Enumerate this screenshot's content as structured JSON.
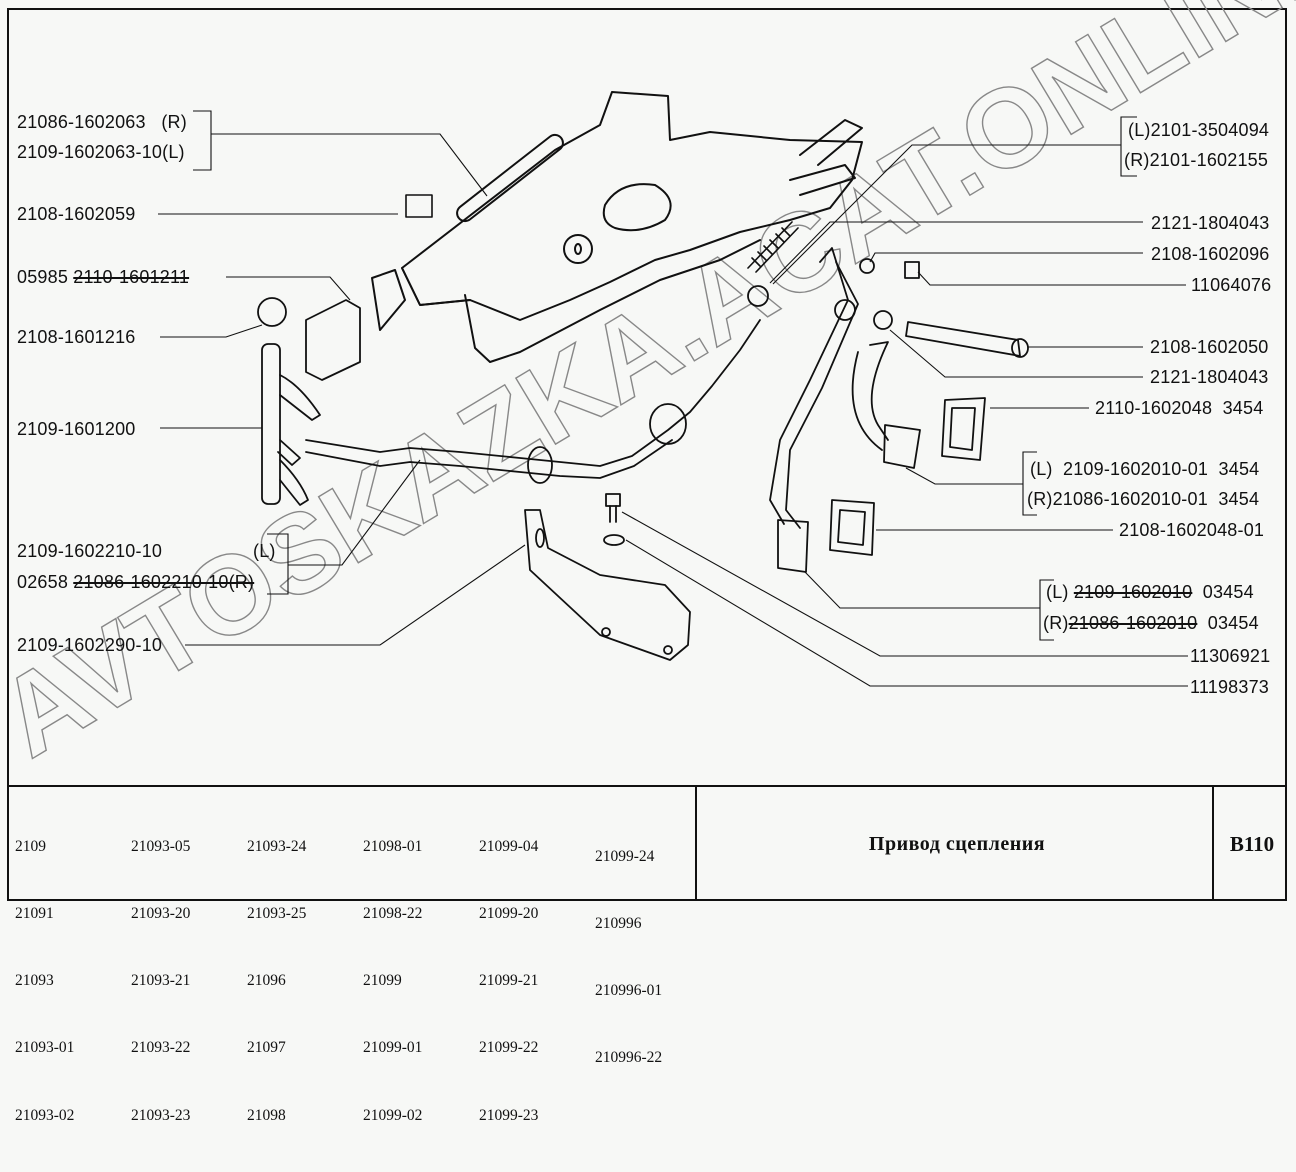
{
  "diagram": {
    "title": "Привод сцепления",
    "sheet_code": "B110",
    "watermark": "AVTOSKAZKA.ACAT.ONLINE",
    "left_labels": [
      {
        "id": "l1",
        "text": "21086-1602063   (R)"
      },
      {
        "id": "l2",
        "text": "2109-1602063-10(L)"
      },
      {
        "id": "l3",
        "text": "2108-1602059"
      },
      {
        "id": "l4a",
        "text": "05985 "
      },
      {
        "id": "l4b",
        "text": "2110-1601211",
        "struck": true
      },
      {
        "id": "l5",
        "text": "2108-1601216"
      },
      {
        "id": "l6",
        "text": "2109-1601200"
      },
      {
        "id": "l7a",
        "text": "2109-1602210-10"
      },
      {
        "id": "l7b",
        "text": "(L)"
      },
      {
        "id": "l8a",
        "text": "02658 "
      },
      {
        "id": "l8b",
        "text": "21086-1602210-10(R)",
        "struck": true
      },
      {
        "id": "l9",
        "text": "2109-1602290-10"
      }
    ],
    "right_labels": [
      {
        "id": "r1",
        "text": "(L)2101-3504094"
      },
      {
        "id": "r2",
        "text": "(R)2101-1602155"
      },
      {
        "id": "r3",
        "text": "2121-1804043"
      },
      {
        "id": "r4",
        "text": "2108-1602096"
      },
      {
        "id": "r5",
        "text": "11064076"
      },
      {
        "id": "r6",
        "text": "2108-1602050"
      },
      {
        "id": "r7",
        "text": "2121-1804043"
      },
      {
        "id": "r8",
        "text": "2110-1602048  3454"
      },
      {
        "id": "r9",
        "text": "(L)  2109-1602010-01  3454"
      },
      {
        "id": "r10",
        "text": "(R)21086-1602010-01  3454"
      },
      {
        "id": "r11",
        "text": "2108-1602048-01"
      },
      {
        "id": "r12a",
        "text": "(L) "
      },
      {
        "id": "r12b",
        "text": "2109-1602010",
        "struck": true
      },
      {
        "id": "r12c",
        "text": "  03454"
      },
      {
        "id": "r13a",
        "text": "(R)"
      },
      {
        "id": "r13b",
        "text": "21086-1602010",
        "struck": true
      },
      {
        "id": "r13c",
        "text": "  03454"
      },
      {
        "id": "r14",
        "text": "11306921"
      },
      {
        "id": "r15",
        "text": "11198373"
      }
    ]
  },
  "footer": {
    "model_columns": [
      [
        "2109",
        "21091",
        "21093",
        "21093-01",
        "21093-02"
      ],
      [
        "21093-05",
        "21093-20",
        "21093-21",
        "21093-22",
        "21093-23"
      ],
      [
        "21093-24",
        "21093-25",
        "21096",
        "21097",
        "21098"
      ],
      [
        "21098-01",
        "21098-22",
        "21099",
        "21099-01",
        "21099-02"
      ],
      [
        "21099-04",
        "21099-20",
        "21099-21",
        "21099-22",
        "21099-23"
      ],
      [
        "21099-24",
        "210996",
        "210996-01",
        "210996-22"
      ]
    ]
  }
}
